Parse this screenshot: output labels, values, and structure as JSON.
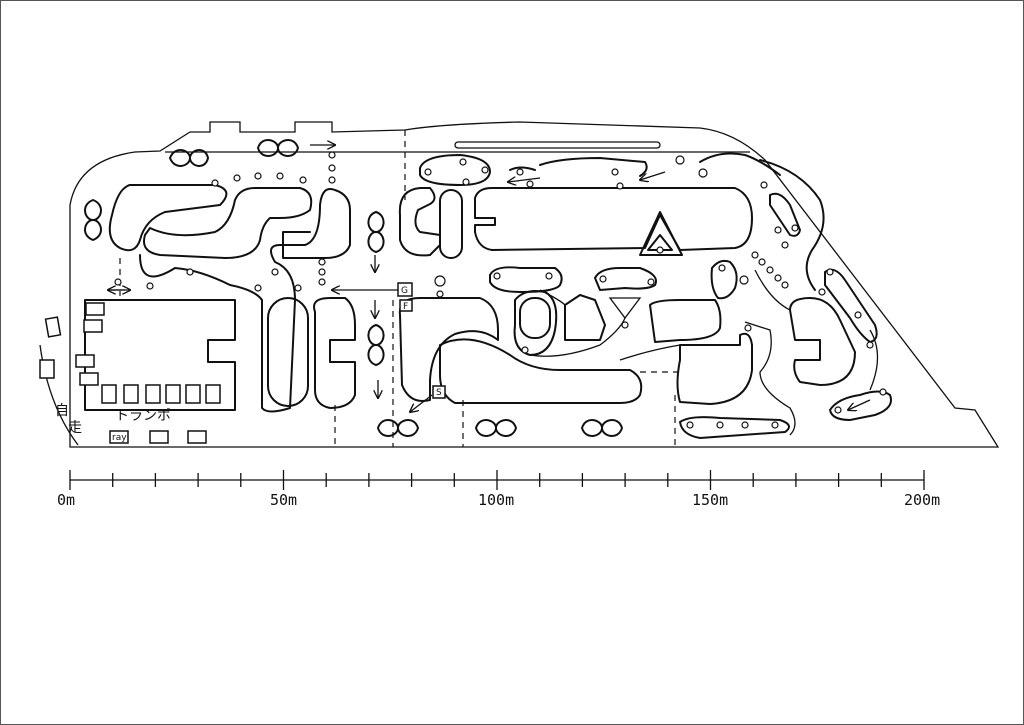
{
  "scale": {
    "labels": [
      "0m",
      "50m",
      "100m",
      "150m",
      "200m"
    ]
  },
  "labels": {
    "trampo": "トランポ",
    "jisou_1": "自",
    "jisou_2": "走",
    "ray": "ray",
    "marker_g": "G",
    "marker_f": "F",
    "marker_s": "S"
  }
}
